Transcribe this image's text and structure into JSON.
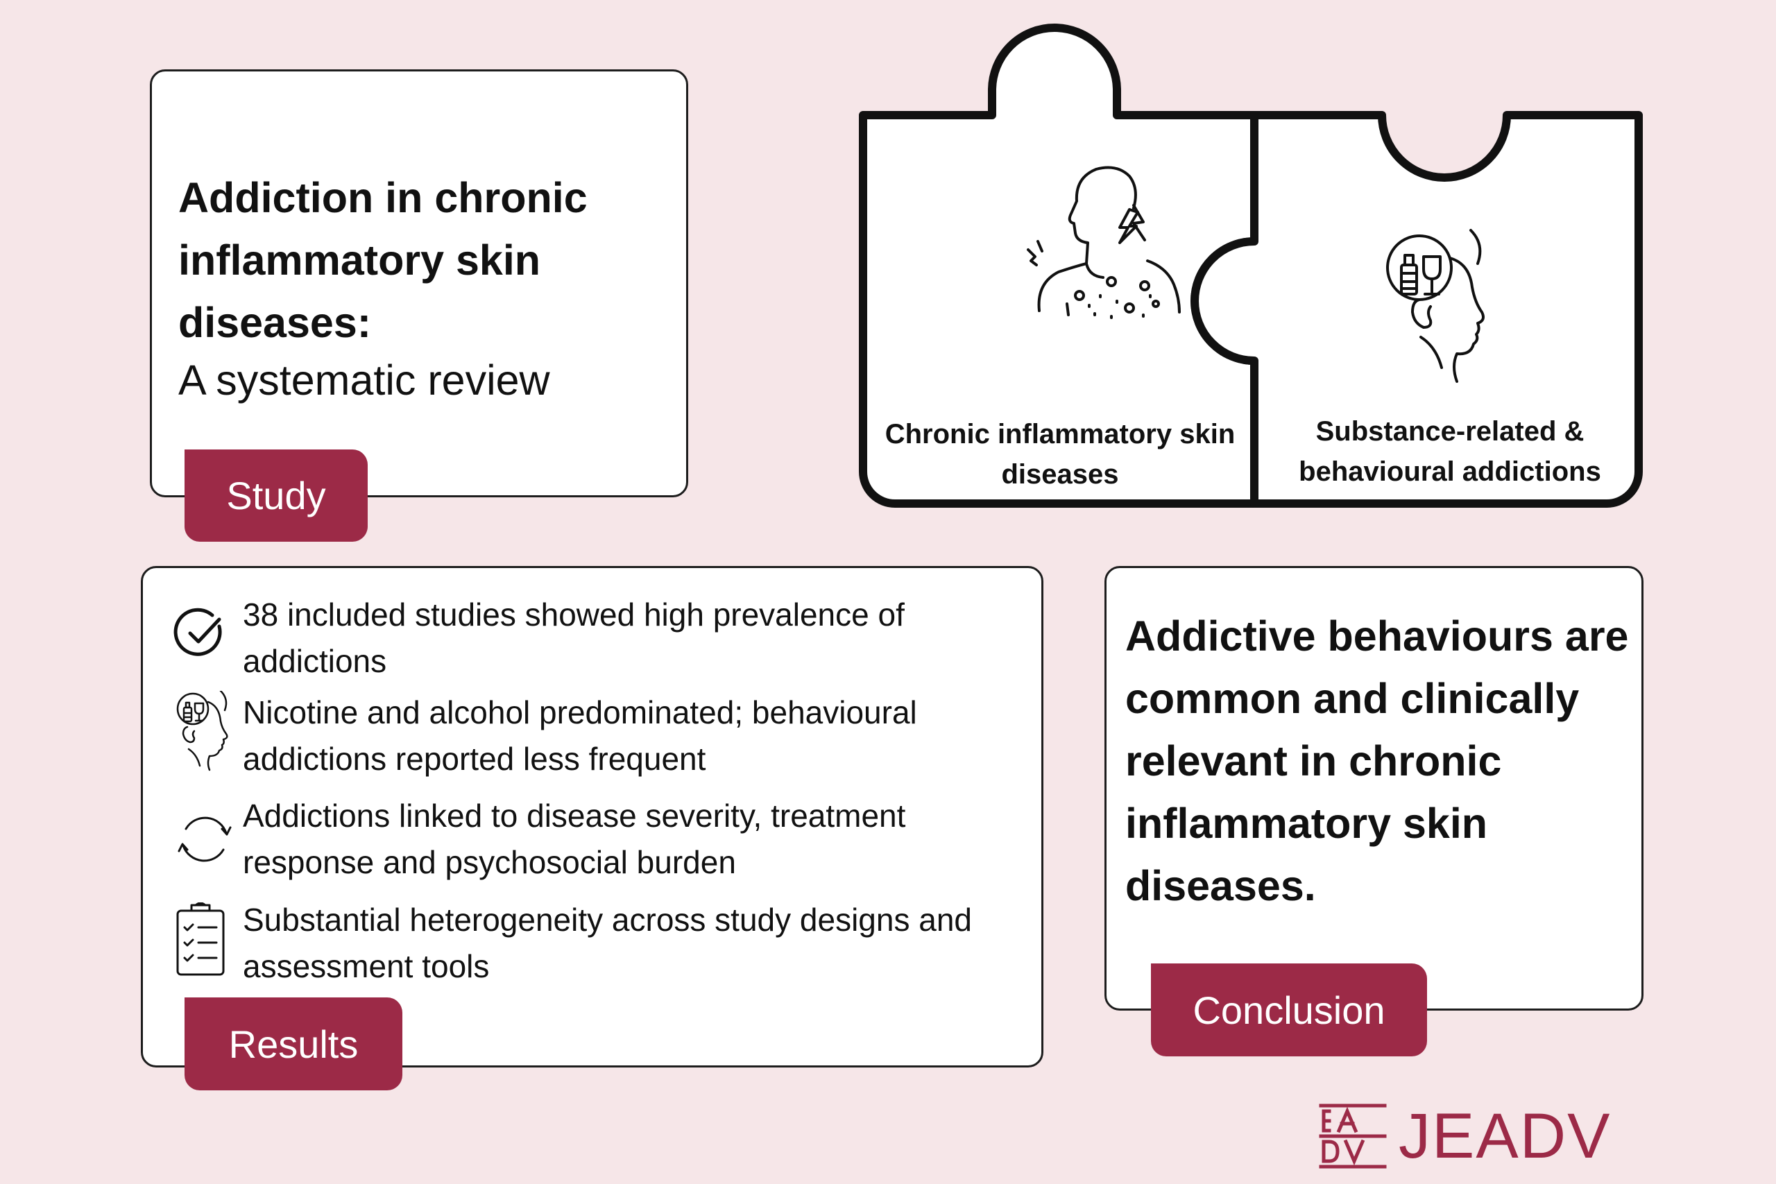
{
  "study": {
    "title": "Addiction in chronic inflammatory skin diseases:",
    "subtitle": "A systematic review",
    "tag": "Study"
  },
  "puzzle": {
    "left_label": "Chronic inflammatory skin diseases",
    "right_label": "Substance-related & behavioural addictions",
    "left_icon": "inflamed-skin-person-icon",
    "right_icon": "substance-head-icon"
  },
  "results": {
    "tag": "Results",
    "items": [
      {
        "icon": "check-circle-icon",
        "text": "38 included studies showed high prevalence of addictions"
      },
      {
        "icon": "substance-head-icon",
        "text": "Nicotine and alcohol predominated; behavioural addictions reported less frequent"
      },
      {
        "icon": "cycle-arrows-icon",
        "text": "Addictions linked to disease severity, treatment response and psychosocial burden"
      },
      {
        "icon": "clipboard-checklist-icon",
        "text": "Substantial heterogeneity across study designs and assessment tools"
      }
    ]
  },
  "conclusion": {
    "text": "Addictive behaviours are common and clinically relevant in chronic inflammatory skin diseases.",
    "tag": "Conclusion"
  },
  "logo": {
    "text": "JEADV",
    "mark": "EADV",
    "color": "#9c2a47"
  },
  "colors": {
    "background": "#f6e6e8",
    "accent": "#9c2a47",
    "border": "#1d1d1d"
  }
}
